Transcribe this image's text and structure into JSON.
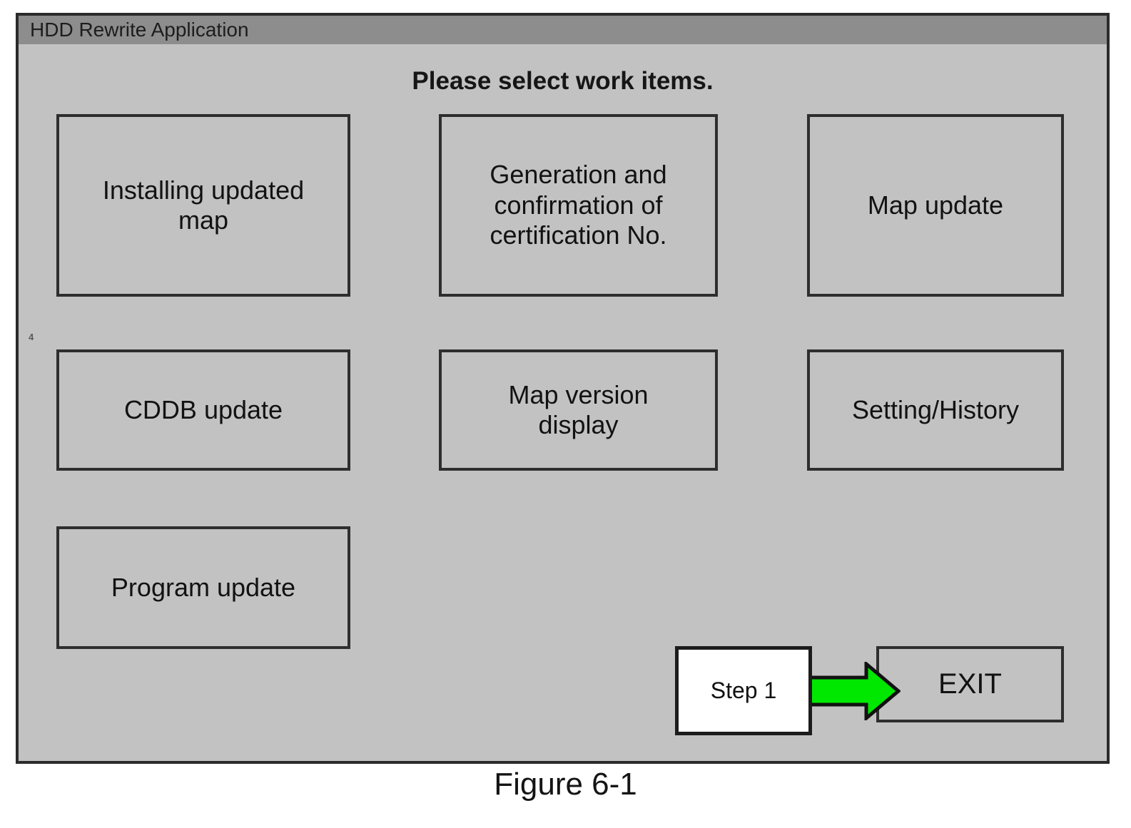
{
  "window": {
    "title": "HDD Rewrite Application",
    "heading": "Please select work items.",
    "side_mark": "4",
    "colors": {
      "title_bar": "#8d8d8d",
      "window_body": "#c2c2c2",
      "border": "#2e2e2e",
      "arrow_green": "#00e800",
      "step_box_background": "#ffffff"
    }
  },
  "work_items": [
    {
      "id": "installing-updated-map",
      "label": "Installing updated\nmap",
      "row": 1,
      "column": 1
    },
    {
      "id": "generation-certification",
      "label": "Generation and\nconfirmation of\ncertification No.",
      "row": 1,
      "column": 2
    },
    {
      "id": "map-update",
      "label": "Map update",
      "row": 1,
      "column": 3
    },
    {
      "id": "cddb-update",
      "label": "CDDB update",
      "row": 2,
      "column": 1
    },
    {
      "id": "map-version-display",
      "label": "Map version\ndisplay",
      "row": 2,
      "column": 2
    },
    {
      "id": "setting-history",
      "label": "Setting/History",
      "row": 2,
      "column": 3
    },
    {
      "id": "program-update",
      "label": "Program update",
      "row": 3,
      "column": 1
    }
  ],
  "flow": {
    "step_label": "Step 1",
    "arrow_icon": "right-arrow-icon",
    "exit_label": "EXIT"
  },
  "caption": "Figure 6-1"
}
